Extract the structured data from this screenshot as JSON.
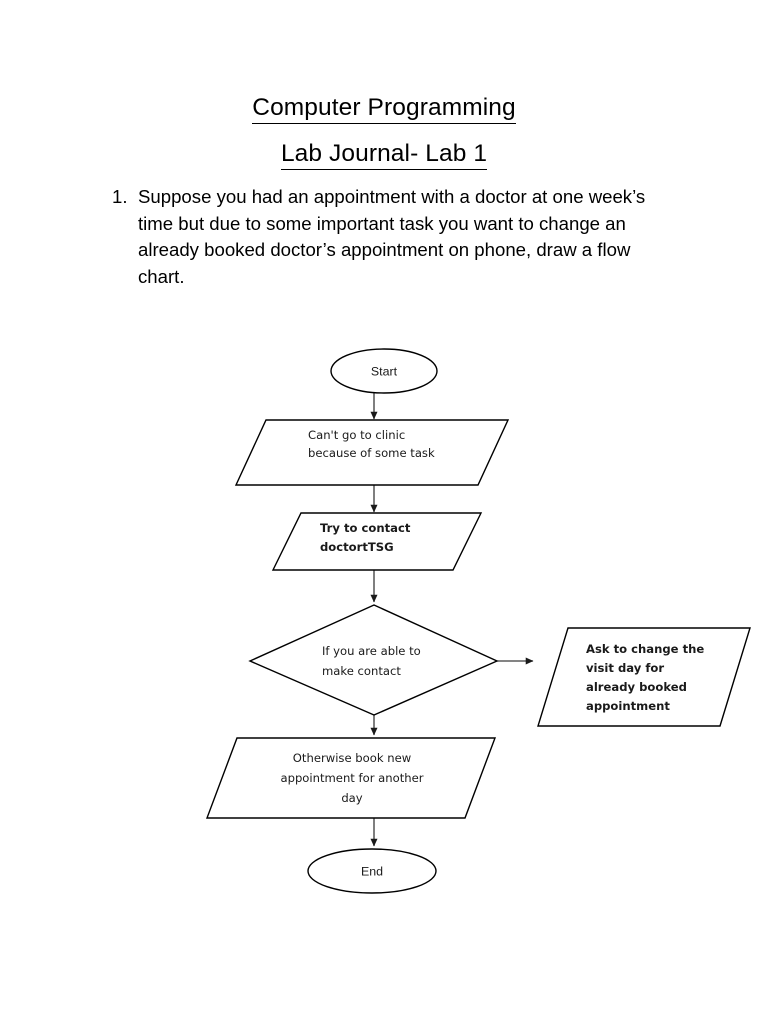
{
  "document": {
    "title_line_1": "Computer Programming",
    "title_line_2": "Lab Journal- Lab 1",
    "question": {
      "number": "1.",
      "text": "Suppose you had an appointment with a doctor at one week’s time but due to some important task you want to change an already booked doctor’s appointment on phone, draw a flow chart."
    }
  },
  "flowchart": {
    "stroke_color": "#000000",
    "connector_color": "#3a3a3a",
    "fill_color": "#ffffff",
    "nodes": {
      "start": {
        "shape": "oval",
        "label": "Start"
      },
      "cant_go": {
        "shape": "parallelogram",
        "line_1": "Can't go to clinic",
        "line_2": "because of some task"
      },
      "try_contact": {
        "shape": "parallelogram",
        "line_1": "Try to contact",
        "line_2": "doctortTSG"
      },
      "decision": {
        "shape": "diamond",
        "line_1": "If you are able to",
        "line_2": "make contact"
      },
      "ask_change": {
        "shape": "parallelogram",
        "line_1": "Ask to change the",
        "line_2": "visit day for",
        "line_3": "already booked",
        "line_4": "appointment"
      },
      "book_new": {
        "shape": "parallelogram",
        "line_1": "Otherwise book new",
        "line_2": "appointment for another",
        "line_3": "day"
      },
      "end": {
        "shape": "oval",
        "label": "End"
      }
    }
  }
}
